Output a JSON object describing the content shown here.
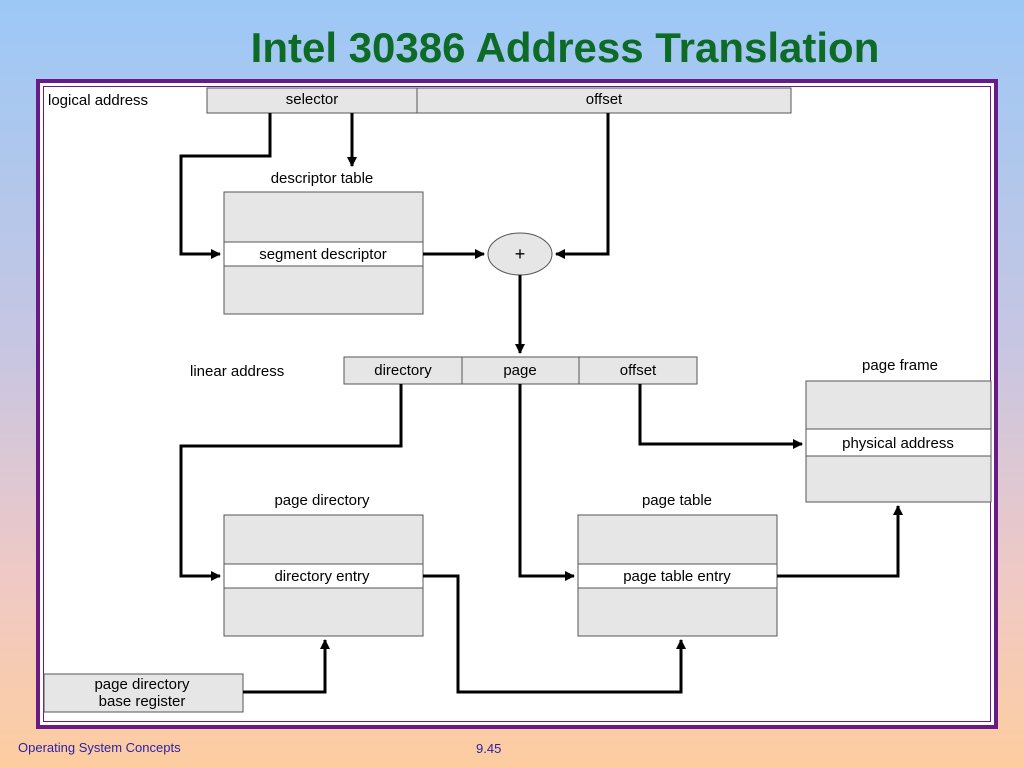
{
  "title": "Intel 30386 Address Translation",
  "diagram": {
    "logical_address_label": "logical address",
    "selector": "selector",
    "offset_top": "offset",
    "descriptor_table_label": "descriptor table",
    "segment_descriptor": "segment descriptor",
    "plus": "+",
    "linear_address_label": "linear address",
    "directory": "directory",
    "page": "page",
    "offset_linear": "offset",
    "page_frame_label": "page frame",
    "physical_address": "physical address",
    "page_directory_label": "page directory",
    "directory_entry": "directory entry",
    "page_table_label": "page table",
    "page_table_entry": "page table entry",
    "base_register_line1": "page directory",
    "base_register_line2": "base register"
  },
  "footer": {
    "left": "Operating System Concepts",
    "center": "9.45"
  },
  "colors": {
    "title": "#0d6b26",
    "frame_border": "#6a1a87",
    "box_fill": "#e6e6e6",
    "footer_text": "#2a1fa6"
  }
}
